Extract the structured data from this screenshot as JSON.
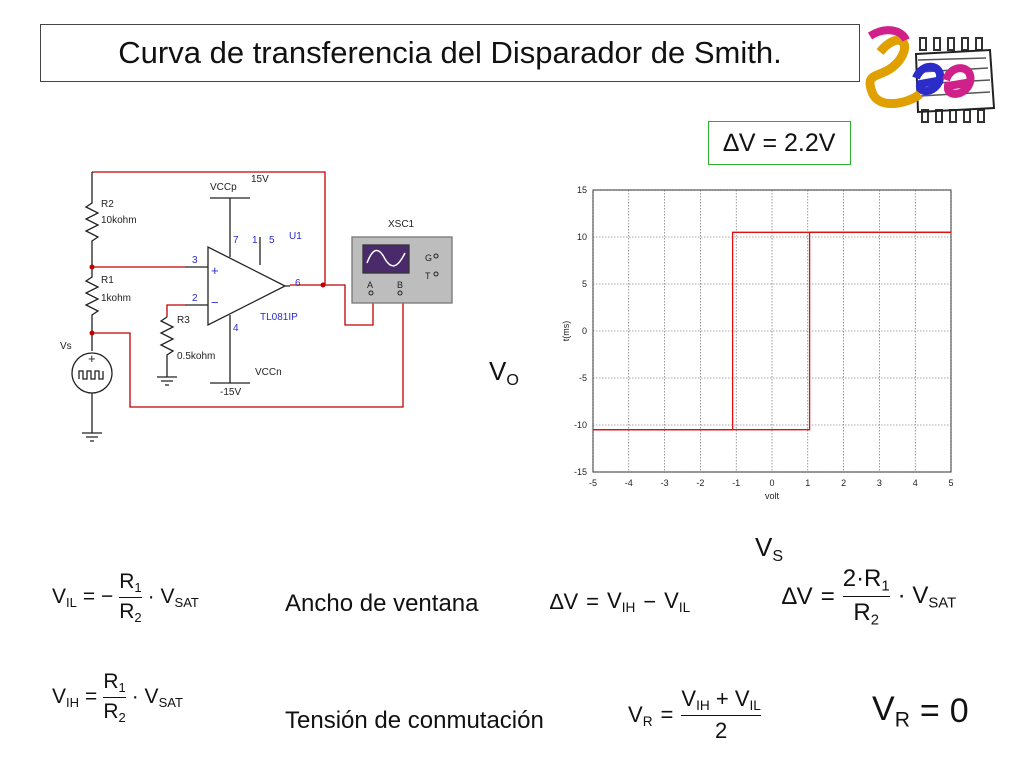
{
  "title": "Curva de transferencia del Disparador de Smith.",
  "delta_box": "∆V = 2.2V",
  "circuit": {
    "r2_name": "R2",
    "r2_value": "10kohm",
    "r1_name": "R1",
    "r1_value": "1kohm",
    "r3_name": "R3",
    "r3_value": "0.5kohm",
    "vs_label": "Vs",
    "vccp_label": "VCCp",
    "vccp_value": "15V",
    "vccn_label": "VCCn",
    "vccn_value": "-15V",
    "u1_label": "U1",
    "opamp_model": "TL081IP",
    "pin_3": "3",
    "pin_2": "2",
    "pin_6": "6",
    "pin_7": "7",
    "pin_1": "1",
    "pin_5": "5",
    "pin_4": "4",
    "plus_sign": "+",
    "minus_sign": "−",
    "scope_name": "XSC1",
    "scope_a": "A",
    "scope_b": "B",
    "scope_g": "G",
    "scope_t": "T"
  },
  "vo_axis_label": "VO",
  "vs_axis_label": "VS",
  "chart_data": {
    "type": "line",
    "xlabel": "volt",
    "ylabel": "t(ms)",
    "xlim": [
      -5,
      5
    ],
    "ylim": [
      -15,
      15
    ],
    "xticks": [
      -5,
      -4,
      -3,
      -2,
      -1,
      0,
      1,
      2,
      3,
      4,
      5
    ],
    "yticks": [
      15,
      10,
      5,
      0,
      -5,
      -10,
      -15
    ],
    "grid": true,
    "series": [
      {
        "color": "#e01010",
        "x": [
          -5,
          -1.1,
          -1.1,
          -1.05,
          -1.05,
          5
        ],
        "y": [
          -10.5,
          -10.5,
          10.5,
          10.5,
          10.5,
          10.5
        ]
      },
      {
        "color": "#e01010",
        "x": [
          -5,
          1.05,
          1.05,
          1.1,
          1.1,
          5
        ],
        "y": [
          -10.5,
          -10.5,
          10.5,
          10.5,
          10.5,
          10.5
        ]
      }
    ]
  },
  "formulas": {
    "vil": {
      "lhs": "V",
      "lhs_sub": "IL",
      "sign": "= −",
      "num": "R",
      "num_sub": "1",
      "den": "R",
      "den_sub": "2",
      "rhs": "· V",
      "rhs_sub": "SAT"
    },
    "vih": {
      "lhs": "V",
      "lhs_sub": "IH",
      "sign": "=",
      "num": "R",
      "num_sub": "1",
      "den": "R",
      "den_sub": "2",
      "rhs": "· V",
      "rhs_sub": "SAT"
    },
    "ancho_label": "Ancho de ventana",
    "dv_def": {
      "lhs": "∆V",
      "sign": "=",
      "a": "V",
      "a_sub": "IH",
      "op": "−",
      "b": "V",
      "b_sub": "IL"
    },
    "dv_formula": {
      "lhs": "∆V",
      "sign": "=",
      "num": "2·R",
      "num_sub": "1",
      "den": "R",
      "den_sub": "2",
      "rhs": "· V",
      "rhs_sub": "SAT"
    },
    "tension_label": "Tensión de conmutación",
    "vr_def": {
      "lhs": "V",
      "lhs_sub": "R",
      "sign": "=",
      "num_a": "V",
      "num_a_sub": "IH",
      "num_op": "+",
      "num_b": "V",
      "num_b_sub": "IL",
      "den": "2"
    },
    "vr_zero": {
      "lhs": "V",
      "lhs_sub": "R",
      "sign": "=",
      "rhs": "0"
    }
  }
}
